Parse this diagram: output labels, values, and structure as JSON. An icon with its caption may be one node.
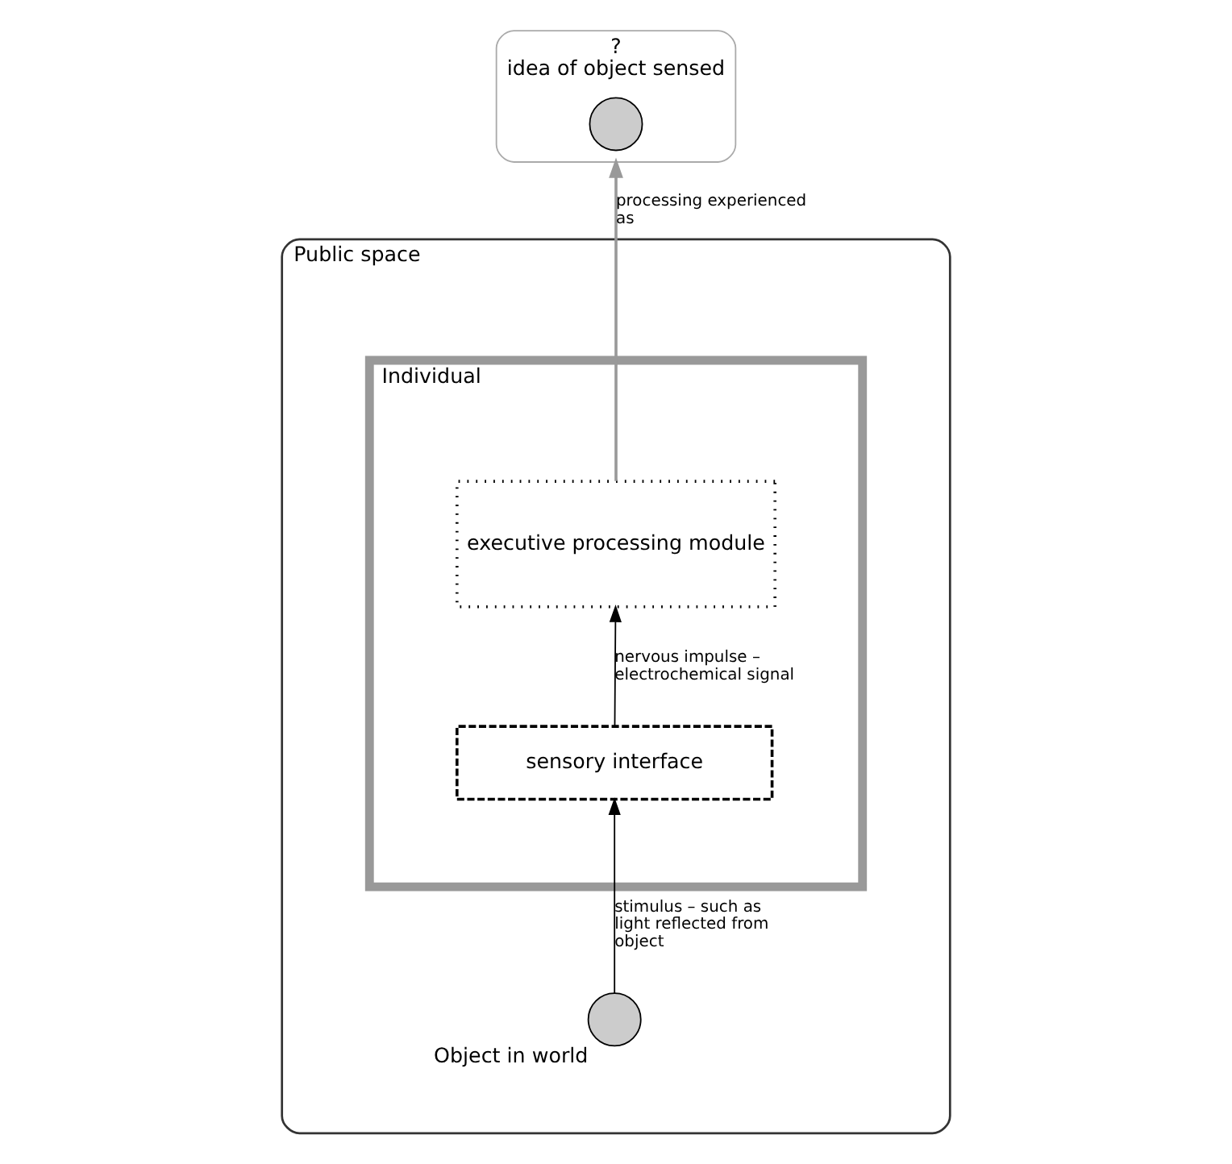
{
  "diagram": {
    "nodes": [
      {
        "text": [
          "Public space"
        ]
      },
      {
        "text": [
          "Individual"
        ],
        "in": 0
      },
      {
        "text": [
          "executive processing module"
        ],
        "in": 1
      },
      {
        "text": [
          "sensory interface"
        ],
        "in": 1
      },
      {
        "text": [],
        "shape": "circle",
        "beside": [
          "Object in world"
        ],
        "in": 0
      },
      {
        "text": [
          "?",
          "idea of object sensed"
        ]
      },
      {
        "text": [],
        "shape": "circle",
        "in": 5
      }
    ],
    "edges": [
      {
        "from": 4,
        "to": 3,
        "arrow": "to",
        "label": "stimulus – such as light reflected from object"
      },
      {
        "from": 3,
        "to": 2,
        "arrow": "to",
        "label": "nervous impulse – electrochemical signal"
      },
      {
        "from": 2,
        "to": 5,
        "arrow": "to",
        "label": "processing experienced as",
        "color": "#999999"
      }
    ]
  }
}
